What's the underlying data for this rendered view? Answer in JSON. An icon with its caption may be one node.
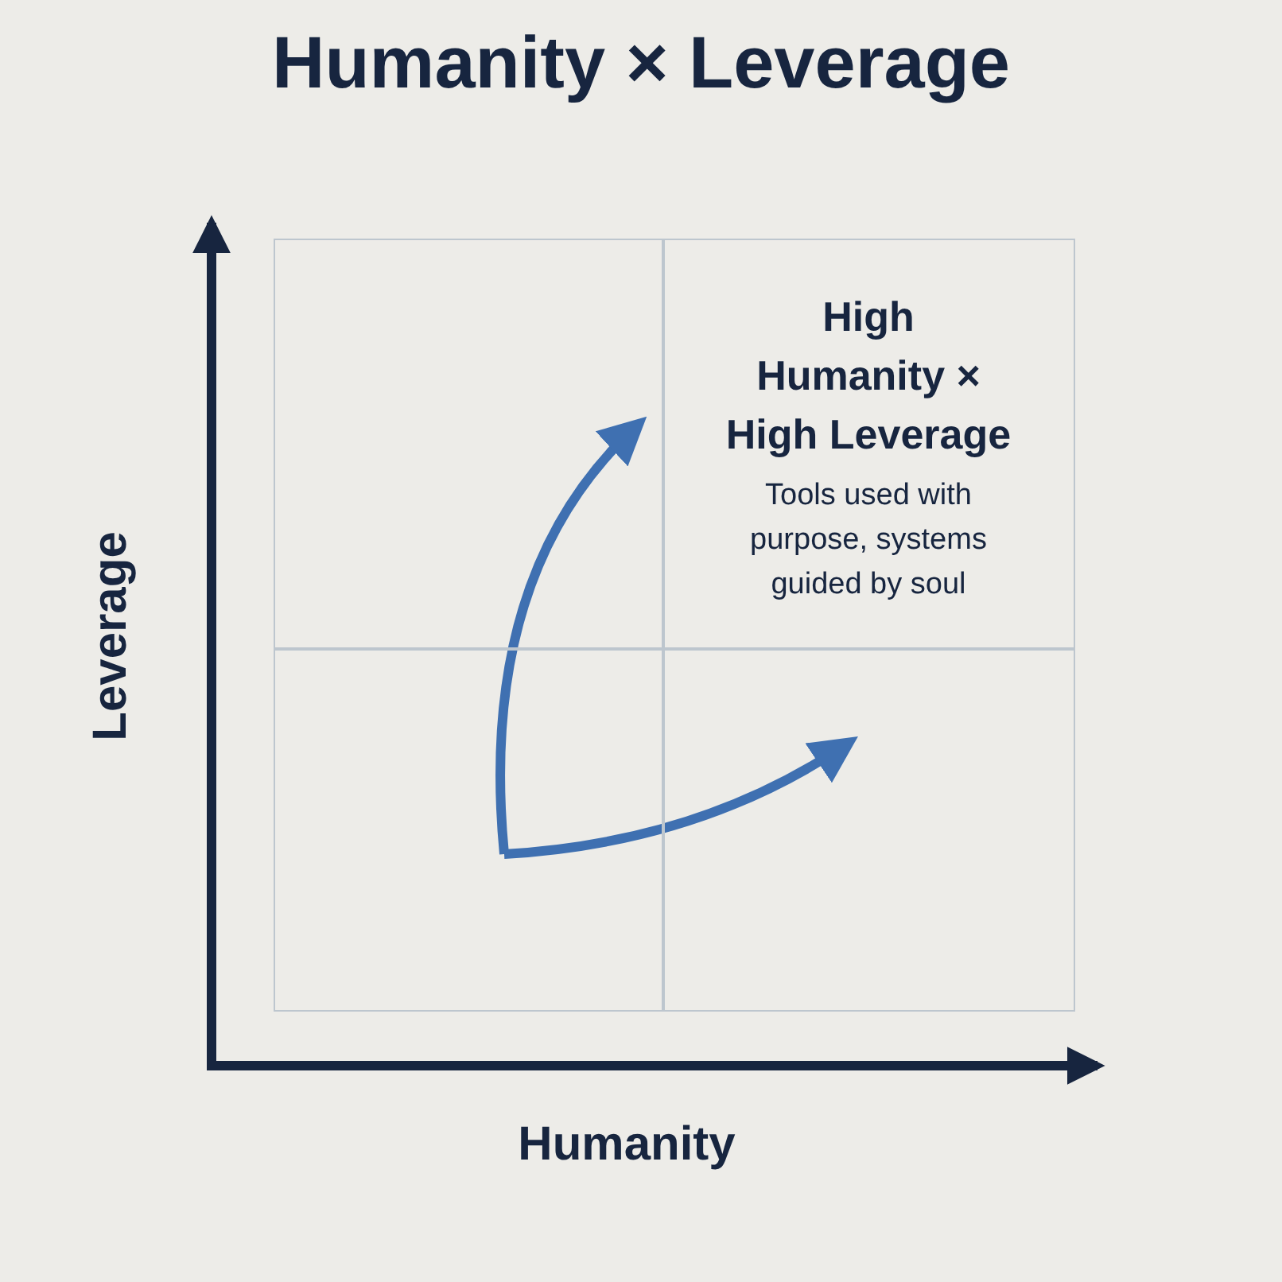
{
  "diagram": {
    "title": "Humanity × Leverage",
    "nodes": [
      {
        "text": [],
        "shape": "box"
      },
      {
        "text": [
          "High Humanity × High Leverage",
          "Tools used with purpose, systems guided by soul"
        ]
      },
      {
        "text": [],
        "shape": "box"
      },
      {
        "text": [],
        "shape": "box"
      }
    ],
    "edges": [
      {
        "from": 2,
        "to": 0,
        "arrow": "to"
      },
      {
        "from": 2,
        "to": 3,
        "arrow": "to"
      }
    ],
    "labels": [
      "Leverage",
      "Humanity"
    ]
  }
}
